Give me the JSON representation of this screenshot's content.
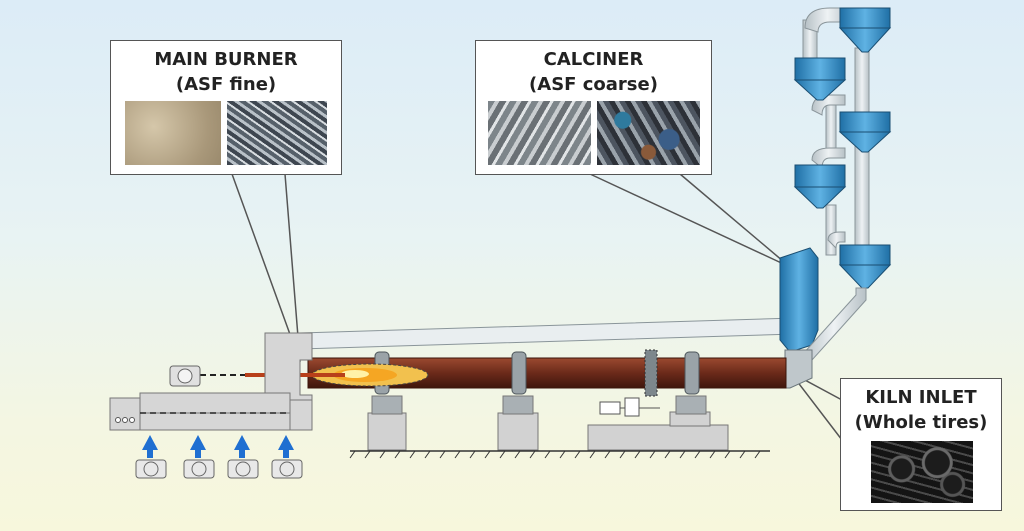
{
  "callouts": {
    "main_burner": {
      "title": "MAIN BURNER",
      "subtitle": "(ASF fine)"
    },
    "calciner": {
      "title": "CALCINER",
      "subtitle": "(ASF coarse)"
    },
    "kiln_inlet": {
      "title": "KILN INLET",
      "subtitle": "(Whole tires)"
    }
  },
  "colors": {
    "kiln_shell": "#6b2a1a",
    "cyclone": "#2f86bf",
    "duct": "#c9d2d6",
    "flame": "#f5a623",
    "air_arrow": "#1f6fd1",
    "structure_grey": "#d3d3d3"
  }
}
